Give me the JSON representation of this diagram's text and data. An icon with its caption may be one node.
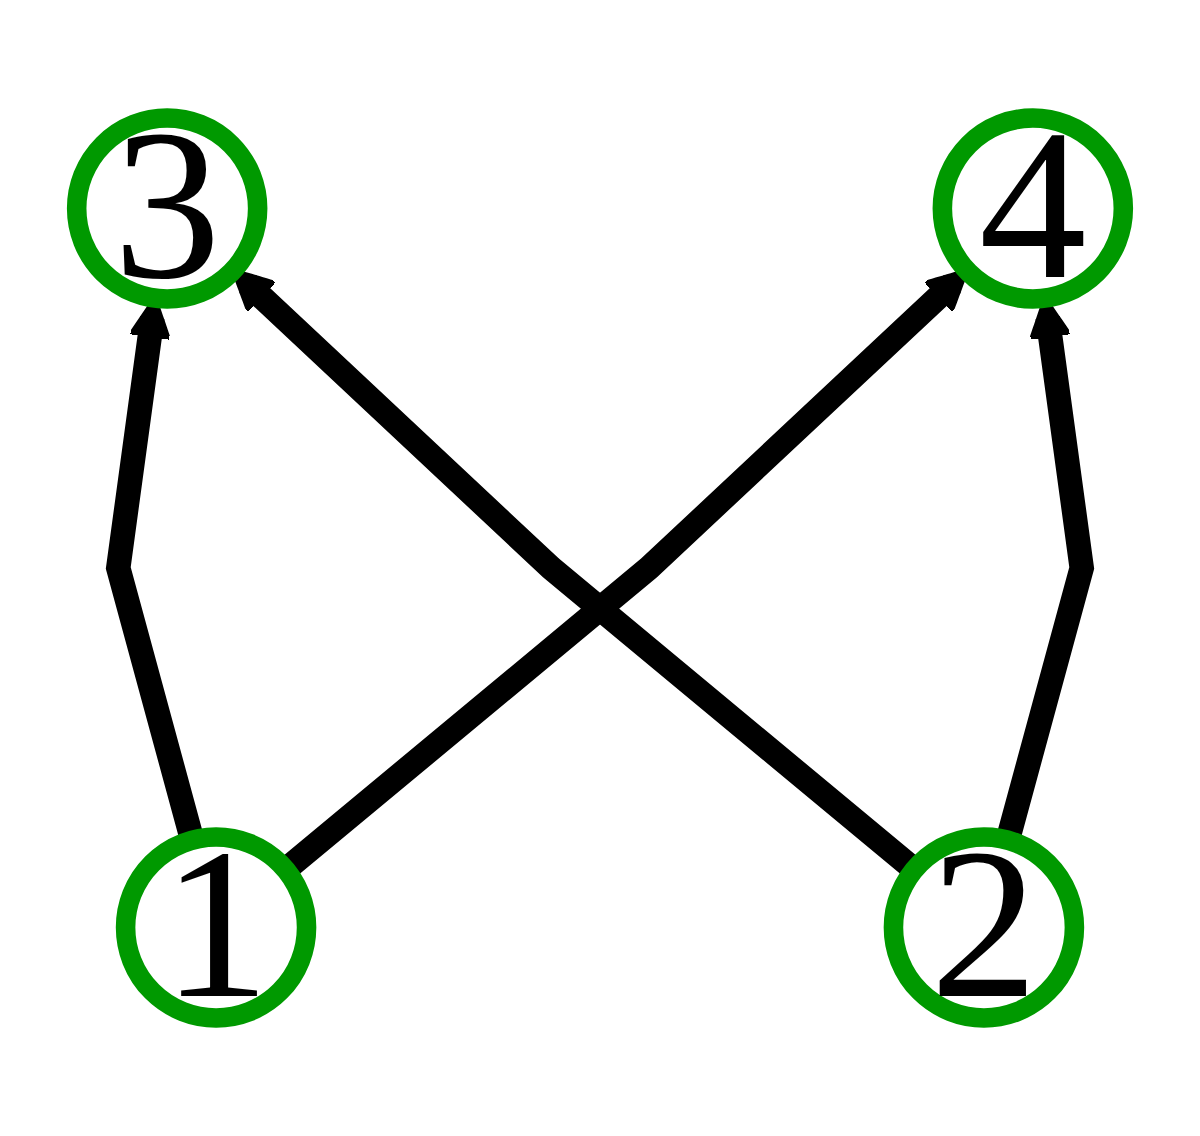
{
  "diagram": {
    "nodes": [
      {
        "text": [
          "3"
        ]
      },
      {
        "text": [
          "4"
        ]
      },
      {
        "text": [
          "1"
        ]
      },
      {
        "text": [
          "2"
        ]
      }
    ],
    "edges": [
      {
        "from": 2,
        "to": 0,
        "arrow": "to"
      },
      {
        "from": 2,
        "to": 1,
        "arrow": "to"
      },
      {
        "from": 3,
        "to": 0,
        "arrow": "to"
      },
      {
        "from": 3,
        "to": 1,
        "arrow": "to"
      }
    ]
  }
}
